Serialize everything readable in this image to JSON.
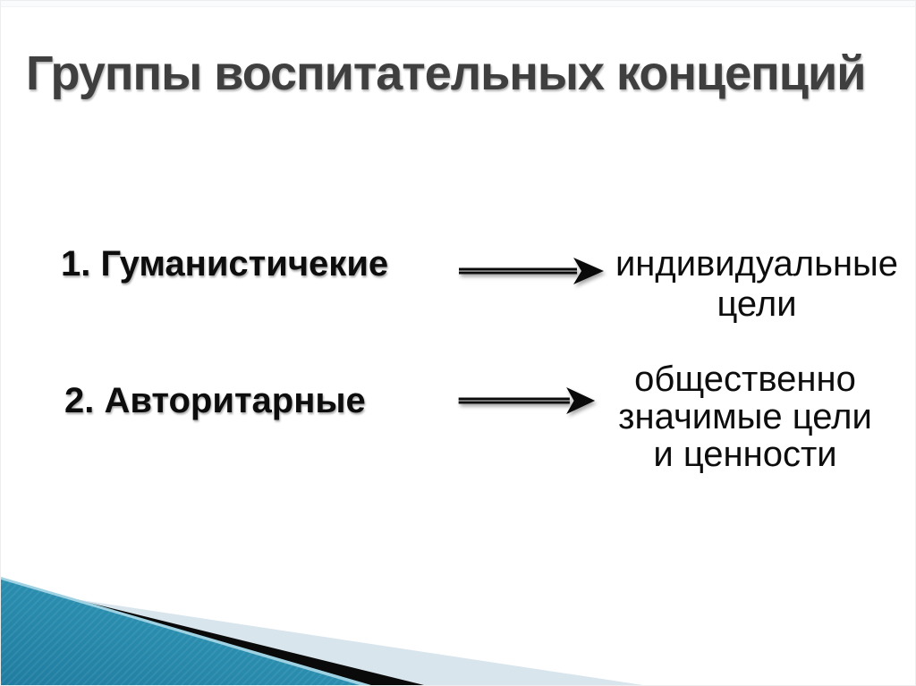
{
  "slide": {
    "title": "Группы воспитательных концепций",
    "diagram": {
      "rows": [
        {
          "label": "1. Гуманистичекие",
          "target_lines": [
            "индивидуальные",
            "цели"
          ]
        },
        {
          "label": "2. Авторитарные",
          "target_lines": [
            "общественно",
            "значимые цели",
            "и ценности"
          ]
        }
      ]
    },
    "colors": {
      "title_text": "#3f3f3f",
      "body_text": "#0d0d0d",
      "teal": "#2b8fb0",
      "teal_dark": "#1f7ca0",
      "teal_light": "#4aa8c6",
      "pale_wedge": "#d9e5ed",
      "edge_light": "#9ed2e2",
      "black_wedge": "#0a0a0a",
      "arrow_black": "#0a0a0a"
    }
  }
}
